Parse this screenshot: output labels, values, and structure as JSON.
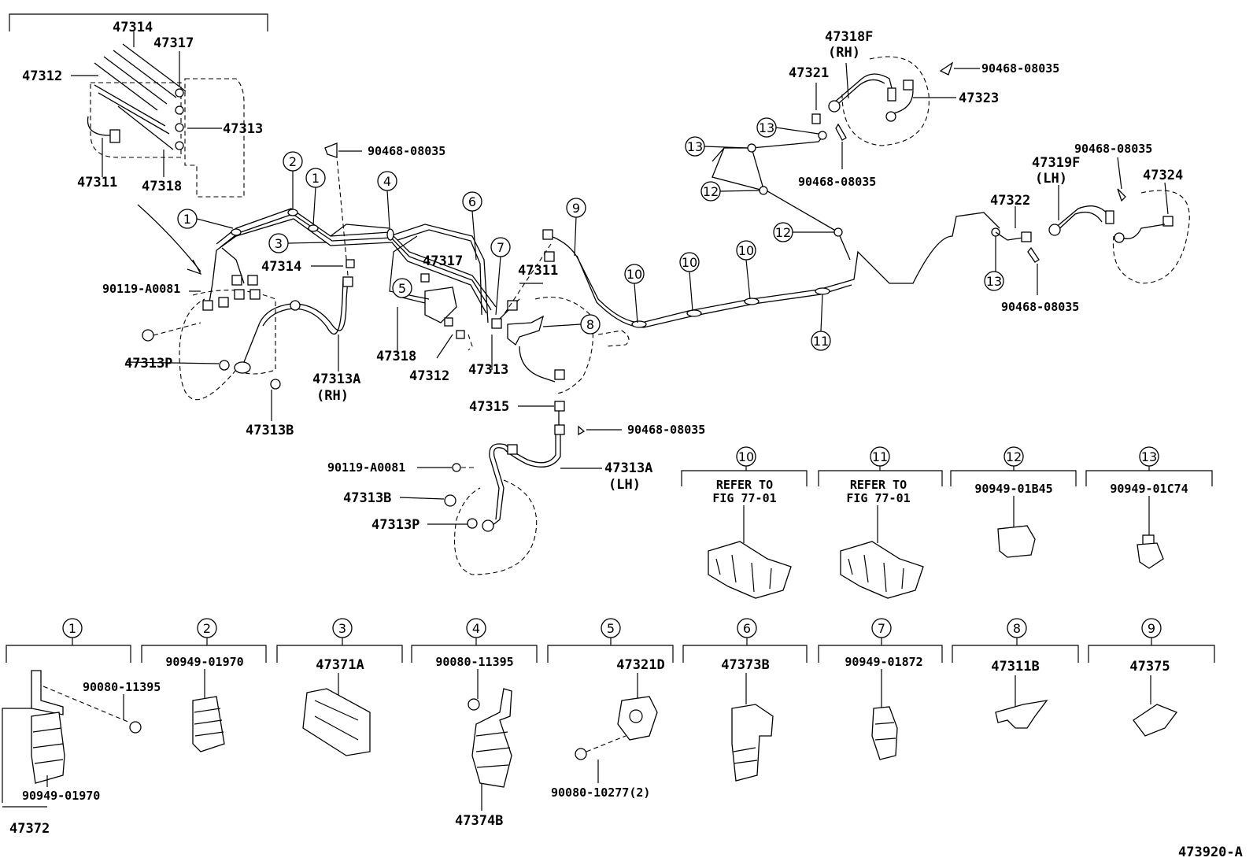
{
  "labels": {
    "p47314_top": "47314",
    "p47317_top": "47317",
    "p47312_top": "47312",
    "p47313_top": "47313",
    "p47311_top": "47311",
    "p47318_top": "47318",
    "p90468_a": "90468-08035",
    "p47314_mid": "47314",
    "p90119_a": "90119-A0081",
    "p47313P_a": "47313P",
    "p47313A_rh": "47313A",
    "rh_a": "(RH)",
    "p47313B_a": "47313B",
    "p47317_mid": "47317",
    "p47311_mid": "47311",
    "p47318_mid": "47318",
    "p47312_mid": "47312",
    "p47313_mid": "47313",
    "p47315": "47315",
    "p90468_b": "90468-08035",
    "p90119_b": "90119-A0081",
    "p47313A_lh": "47313A",
    "lh_a": "(LH)",
    "p47313B_b": "47313B",
    "p47313P_b": "47313P",
    "p47318F": "47318F",
    "rh_b": "(RH)",
    "p47321": "47321",
    "p90468_c": "90468-08035",
    "p47323": "47323",
    "p90468_d": "90468-08035",
    "p90468_e": "90468-08035",
    "p47319F": "47319F",
    "lh_b": "(LH)",
    "p47322": "47322",
    "p47324": "47324",
    "p90468_f": "90468-08035",
    "diagram_id": "473920-A"
  },
  "callouts": [
    "1",
    "2",
    "3",
    "4",
    "5",
    "6",
    "7",
    "8",
    "9",
    "10",
    "11",
    "12",
    "13"
  ],
  "detail_boxes": {
    "b10": {
      "num": "10",
      "line1": "REFER TO",
      "line2": "FIG 77-01"
    },
    "b11": {
      "num": "11",
      "line1": "REFER TO",
      "line2": "FIG 77-01"
    },
    "b12": {
      "num": "12",
      "part": "90949-01B45"
    },
    "b13": {
      "num": "13",
      "part": "90949-01C74"
    },
    "b1": {
      "num": "1",
      "bolt": "90080-11395",
      "clamp": "90949-01970",
      "assy": "47372"
    },
    "b2": {
      "num": "2",
      "part": "90949-01970"
    },
    "b3": {
      "num": "3",
      "part": "47371A"
    },
    "b4": {
      "num": "4",
      "bolt": "90080-11395",
      "part": "47374B"
    },
    "b5": {
      "num": "5",
      "part": "47321D",
      "bolt": "90080-10277(2)"
    },
    "b6": {
      "num": "6",
      "part": "47373B"
    },
    "b7": {
      "num": "7",
      "part": "90949-01872"
    },
    "b8": {
      "num": "8",
      "part": "47311B"
    },
    "b9": {
      "num": "9",
      "part": "47375"
    }
  }
}
